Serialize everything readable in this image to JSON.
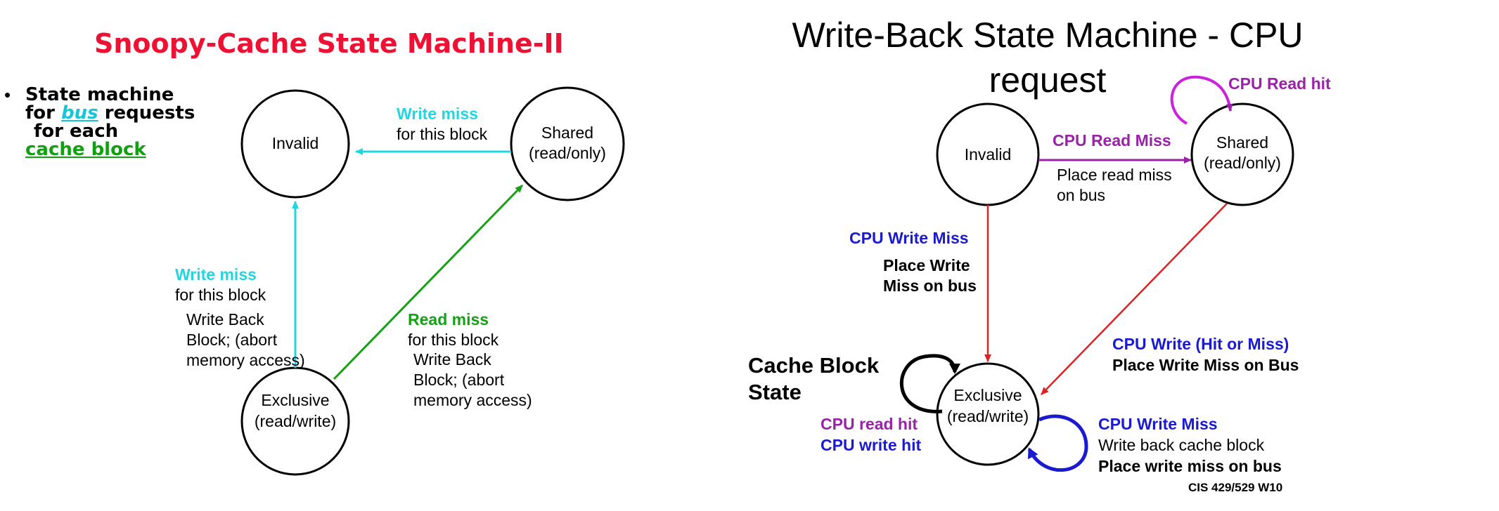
{
  "left": {
    "title": "Snoopy-Cache State Machine-II",
    "bullet": {
      "glyph": "•",
      "line1": "State machine",
      "line2_pre": "for ",
      "line2_bus": "bus",
      "line2_post": " requests",
      "line3": "for each",
      "line4": "cache block"
    },
    "states": {
      "invalid": "Invalid",
      "shared_l1": "Shared",
      "shared_l2": "(read/only)",
      "exclusive_l1": "Exclusive",
      "exclusive_l2": "(read/write)"
    },
    "transitions": {
      "shared_to_invalid": {
        "event": "Write miss",
        "detail": "for this block"
      },
      "exclusive_to_invalid": {
        "event": "Write miss",
        "detail": "for this block",
        "action1": "Write Back",
        "action2": "Block; (abort",
        "action3": "memory access)"
      },
      "exclusive_to_shared": {
        "event": "Read miss",
        "detail": "for this block",
        "action1": "Write Back",
        "action2": "Block; (abort",
        "action3": "memory access)"
      }
    }
  },
  "right": {
    "title": "Write-Back State Machine - CPU request",
    "states": {
      "invalid": "Invalid",
      "shared_l1": "Shared",
      "shared_l2": "(read/only)",
      "exclusive_l1": "Exclusive",
      "exclusive_l2": "(read/write)"
    },
    "transitions": {
      "shared_self": {
        "event": "CPU Read hit"
      },
      "invalid_to_shared": {
        "event": "CPU Read Miss",
        "action1": "Place read miss",
        "action2": "on bus"
      },
      "invalid_to_exclusive": {
        "event": "CPU Write Miss",
        "action1": "Place Write",
        "action2": "Miss on bus"
      },
      "shared_to_exclusive": {
        "event": "CPU Write (Hit or Miss)",
        "action": "Place Write Miss on Bus"
      },
      "exclusive_self_black": {
        "event1": "CPU read hit",
        "event2": "CPU write hit"
      },
      "exclusive_self_blue": {
        "event": "CPU Write Miss",
        "action1": "Write back cache block",
        "action2": "Place write miss on bus"
      }
    },
    "cache_block_state_l1": "Cache Block",
    "cache_block_state_l2": "State",
    "footer": "CIS 429/529 W10"
  },
  "colors": {
    "title_red": "#ee1133",
    "cyan": "#22d6e0",
    "green": "#14a114",
    "purple": "#9a22a8",
    "blue": "#1a1ad0",
    "red_arrow": "#dd2222"
  }
}
